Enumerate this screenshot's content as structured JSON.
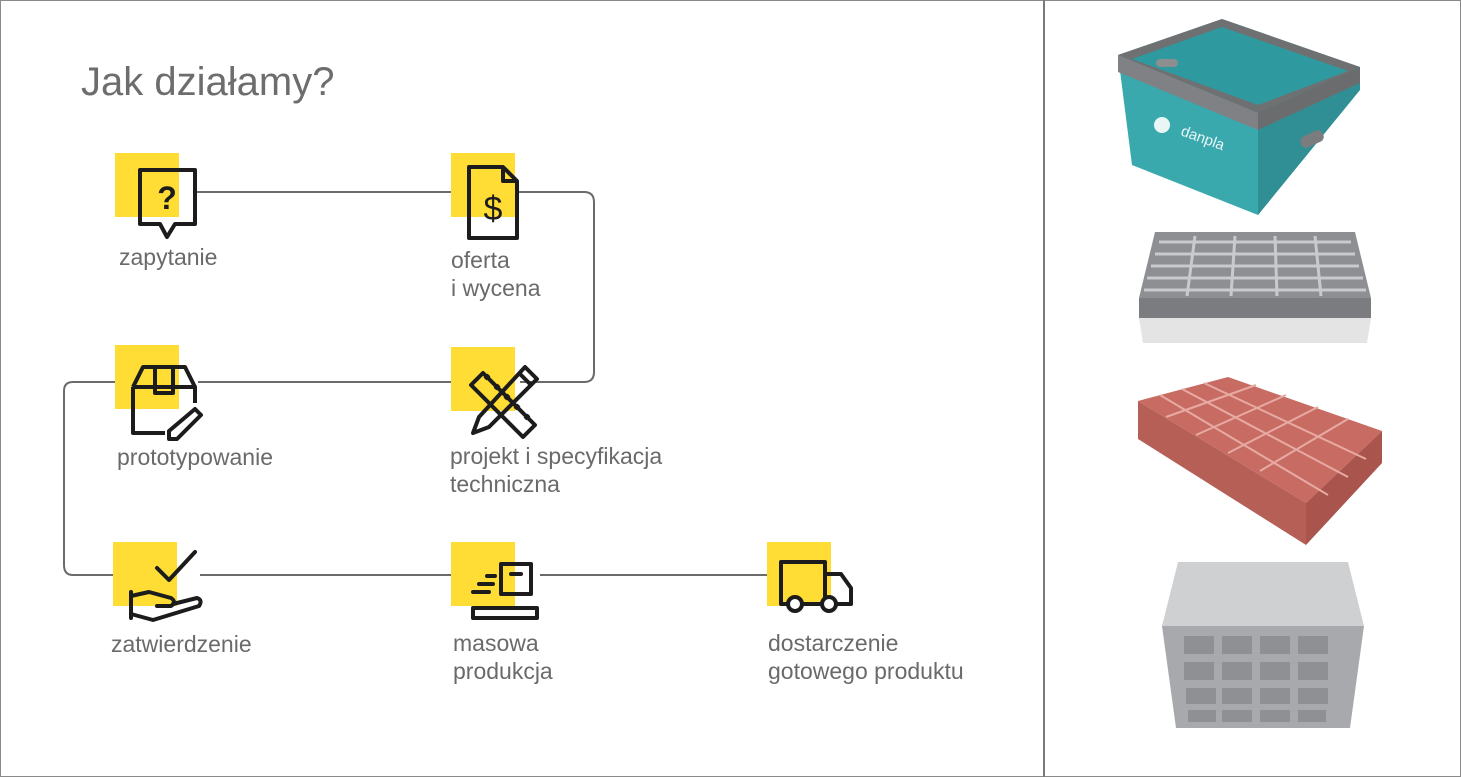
{
  "title": "Jak działamy?",
  "colors": {
    "accent_yellow": "#ffdd35",
    "icon_stroke": "#1c1c1c",
    "connector": "#6b6b6b",
    "text": "#6a6a6a",
    "teal_box": "#3aa9ae",
    "red_insert": "#c86c63",
    "grey_tray": "#8d8f92"
  },
  "steps": [
    {
      "id": "zapytanie",
      "icon": "question-bubble-icon",
      "lines": [
        "zapytanie"
      ]
    },
    {
      "id": "oferta",
      "icon": "dollar-document-icon",
      "lines": [
        "oferta",
        "i wycena"
      ]
    },
    {
      "id": "projekt",
      "icon": "ruler-pencil-icon",
      "lines": [
        "projekt i specyfikacja",
        "techniczna"
      ]
    },
    {
      "id": "prototypowanie",
      "icon": "box-pencil-icon",
      "lines": [
        "prototypowanie"
      ]
    },
    {
      "id": "zatwierdzenie",
      "icon": "hand-checkmark-icon",
      "lines": [
        "zatwierdzenie"
      ]
    },
    {
      "id": "masowa",
      "icon": "production-machine-icon",
      "lines": [
        "masowa",
        "produkcja"
      ]
    },
    {
      "id": "dostarczenie",
      "icon": "delivery-truck-icon",
      "lines": [
        "dostarczenie",
        "gotowego produktu"
      ]
    }
  ],
  "products": [
    {
      "name": "teal-storage-box-image",
      "logo_text": "danpla"
    },
    {
      "name": "grey-divider-tray-image"
    },
    {
      "name": "red-grid-insert-image"
    },
    {
      "name": "grey-cell-container-image"
    }
  ]
}
